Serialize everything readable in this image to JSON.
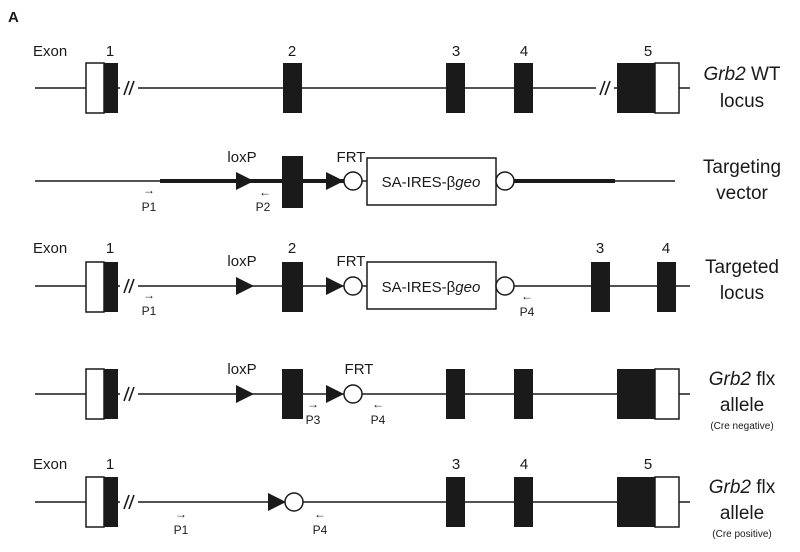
{
  "panel_label": "A",
  "exon_word": "Exon",
  "exon_numbers": [
    "1",
    "2",
    "3",
    "4",
    "5"
  ],
  "rows": {
    "wt": {
      "name_line1_gene": "Grb2",
      "name_line1_rest": " WT",
      "name_line2": "locus"
    },
    "vector": {
      "loxp": "loxP",
      "frt": "FRT",
      "cassette_prefix": "SA-IRES-β",
      "cassette_suffix": "geo",
      "primer_fwd": "P1",
      "primer_rev": "P2",
      "name_line1": "Targeting",
      "name_line2": "vector"
    },
    "targeted": {
      "loxp": "loxP",
      "frt": "FRT",
      "cassette_prefix": "SA-IRES-β",
      "cassette_suffix": "geo",
      "primer_fwd": "P1",
      "primer_rev": "P4",
      "name_line1": "Targeted",
      "name_line2": "locus"
    },
    "flx_neg": {
      "loxp": "loxP",
      "frt": "FRT",
      "primer_fwd": "P3",
      "primer_rev": "P4",
      "name_line1_gene": "Grb2",
      "name_line1_rest": " flx",
      "name_line2": "allele",
      "name_line3": "(Cre negative)"
    },
    "flx_pos": {
      "primer_fwd": "P1",
      "primer_rev": "P4",
      "name_line1_gene": "Grb2",
      "name_line1_rest": " flx",
      "name_line2": "allele",
      "name_line3": "(Cre positive)"
    }
  },
  "arrow_fwd": "→",
  "arrow_rev": "←"
}
